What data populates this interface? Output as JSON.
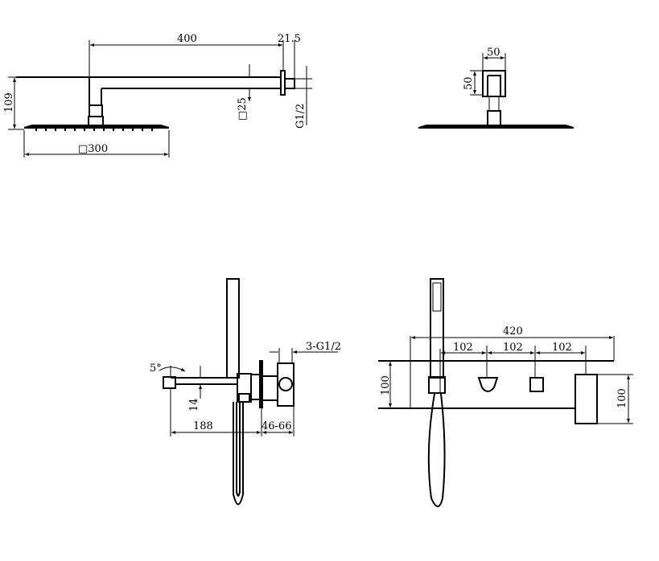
{
  "views": {
    "overhead_side": {
      "arm_length": "400",
      "flange_depth": "21.5",
      "arm_section": "□25",
      "thread": "G1/2",
      "height": "109",
      "head_size": "□300"
    },
    "overhead_front": {
      "bracket_width": "50",
      "bracket_height": "50"
    },
    "mixer_side": {
      "outlets": "3-G1/2",
      "spout_angle": "5°",
      "spout_height": "14",
      "spout_reach": "188",
      "wall_depth": "46-66"
    },
    "mixer_front": {
      "plate_width": "420",
      "spacing_1": "102",
      "spacing_2": "102",
      "spacing_3": "102",
      "plate_height": "100",
      "handle_height": "100"
    }
  }
}
